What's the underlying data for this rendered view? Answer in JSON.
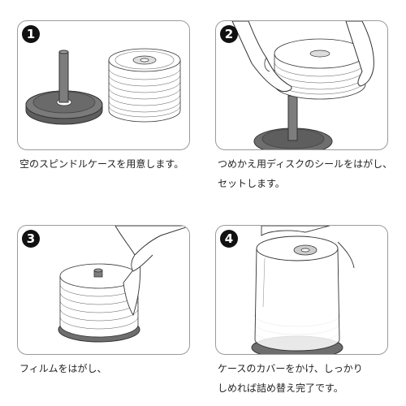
{
  "steps": [
    {
      "number": "1",
      "caption_lines": [
        "空のスピンドルケースを用意します。"
      ]
    },
    {
      "number": "2",
      "caption_lines": [
        "つめかえ用ディスクのシールをはがし、",
        "セットします。"
      ]
    },
    {
      "number": "3",
      "caption_lines": [
        "フィルムをはがし、"
      ]
    },
    {
      "number": "4",
      "caption_lines": [
        "ケースのカバーをかけ、しっかり",
        "しめれば詰め替え完了です。"
      ]
    }
  ],
  "colors": {
    "panel_border": "#9a9a9a",
    "base_dark": "#6e6e6e",
    "line": "#333333",
    "badge": "#111111"
  }
}
